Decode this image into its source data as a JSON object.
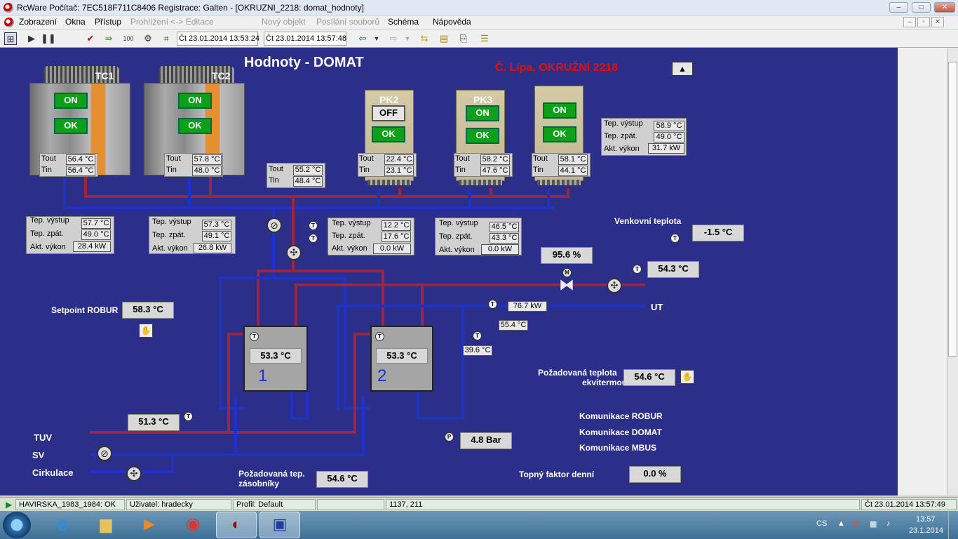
{
  "window": {
    "title": "RcWare Počítač: 7EC518F711C8406  Registrace: Galten - [OKRUZNI_2218: domat_hodnoty]",
    "minimize": "–",
    "maximize": "□",
    "close": "✕"
  },
  "menu": {
    "items": [
      "Zobrazení",
      "Okna",
      "Přístup",
      "Prohlížení <-> Editace",
      "Nový objekt",
      "Posílání souborů",
      "Schéma",
      "Nápověda"
    ],
    "disabled": [
      false,
      false,
      false,
      true,
      true,
      true,
      false,
      false
    ]
  },
  "toolbar": {
    "date_from": "Čt 23.01.2014 13:53:24",
    "date_to": "Čt 23.01.2014 13:57:48"
  },
  "scheme": {
    "title": "Hodnoty - DOMAT",
    "location": "Č. Lípa, OKRUŽNÍ 2218",
    "tc1": {
      "name": "TC1",
      "state": "ON",
      "status": "OK",
      "tout_label": "Tout",
      "tout": "56.4 °C",
      "tin_label": "Tin",
      "tin": "56.4 °C"
    },
    "tc2": {
      "name": "TC2",
      "state": "ON",
      "status": "OK",
      "tout_label": "Tout",
      "tout": "57.8 °C",
      "tin_label": "Tin",
      "tin": "48.0 °C"
    },
    "mid": {
      "tout_label": "Tout",
      "tout": "55.2 °C",
      "tin_label": "Tin",
      "tin": "48.4 °C"
    },
    "pk2": {
      "name": "PK2",
      "state": "OFF",
      "status": "OK",
      "tout_label": "Tout",
      "tout": "22.4 °C",
      "tin_label": "Tin",
      "tin": "23.1 °C"
    },
    "pk3": {
      "name": "PK3",
      "state": "ON",
      "status": "OK",
      "tout_label": "Tout",
      "tout": "58.2 °C",
      "tin_label": "Tin",
      "tin": "47.6 °C"
    },
    "pk4": {
      "state": "ON",
      "status": "OK",
      "tout_label": "Tout",
      "tout": "58.1 °C",
      "tin_label": "Tin",
      "tin": "44.1 °C"
    },
    "labels": {
      "vystup": "Tep. výstup",
      "zpat": "Tep. zpát.",
      "vykon": "Akt. výkon"
    },
    "panel_pk4": {
      "vystup": "58.9 °C",
      "zpat": "49.0 °C",
      "vykon": "31.7 kW"
    },
    "panel_tc1": {
      "vystup": "57.7 °C",
      "zpat": "49.0 °C",
      "vykon": "28.4 kW"
    },
    "panel_tc2": {
      "vystup": "57.3 °C",
      "zpat": "49.1 °C",
      "vykon": "26.8 kW"
    },
    "panel_pk2": {
      "vystup": "12.2 °C",
      "zpat": "17.6 °C",
      "vykon": "0.0 kW"
    },
    "panel_pk3": {
      "vystup": "46.5 °C",
      "zpat": "43.3 °C",
      "vykon": "0.0 kW"
    },
    "outdoor_label": "Venkovní teplota",
    "outdoor": "-1.5 °C",
    "valve_pct": "95.6 %",
    "ut_temp": "54.3 °C",
    "ut_power": "76.7 kW",
    "ut_return": "55.4 °C",
    "ut_label": "UT",
    "t_396": "39.6 °C",
    "setpoint_label": "Setpoint ROBUR",
    "setpoint": "58.3 °C",
    "tank1": {
      "temp": "53.3 °C",
      "num": "1"
    },
    "tank2": {
      "temp": "53.3 °C",
      "num": "2"
    },
    "tuv_temp": "51.3 °C",
    "tuv_label": "TUV",
    "sv_label": "SV",
    "cirk_label": "Cirkulace",
    "pressure": "4.8 Bar",
    "req_ekv_label1": "Požadovaná teplota",
    "req_ekv_label2": "ekvitermou",
    "req_ekv": "54.6 °C",
    "comm": [
      "Komunikace ROBUR",
      "Komunikace DOMAT",
      "Komunikace MBUS"
    ],
    "req_zas_label1": "Požadovaná tep.",
    "req_zas_label2": "zásobníky",
    "req_zas": "54.6 °C",
    "topny_label": "Topný faktor denní",
    "topny": "0.0 %"
  },
  "status": {
    "conn": "HAVIRSKA_1983_1984: OK",
    "user": "Uživatel: hradecky",
    "profile": "Profil: Default",
    "coords": "1137, 211",
    "datetime": "Čt 23.01.2014 13:57:49"
  },
  "tray": {
    "lang": "CS",
    "time": "13:57",
    "date": "23.1.2014"
  },
  "icons": [
    "windows-start-icon",
    "internet-explorer-icon",
    "file-explorer-icon",
    "media-player-icon",
    "chrome-icon",
    "rcware-icon",
    "save-disk-icon"
  ]
}
